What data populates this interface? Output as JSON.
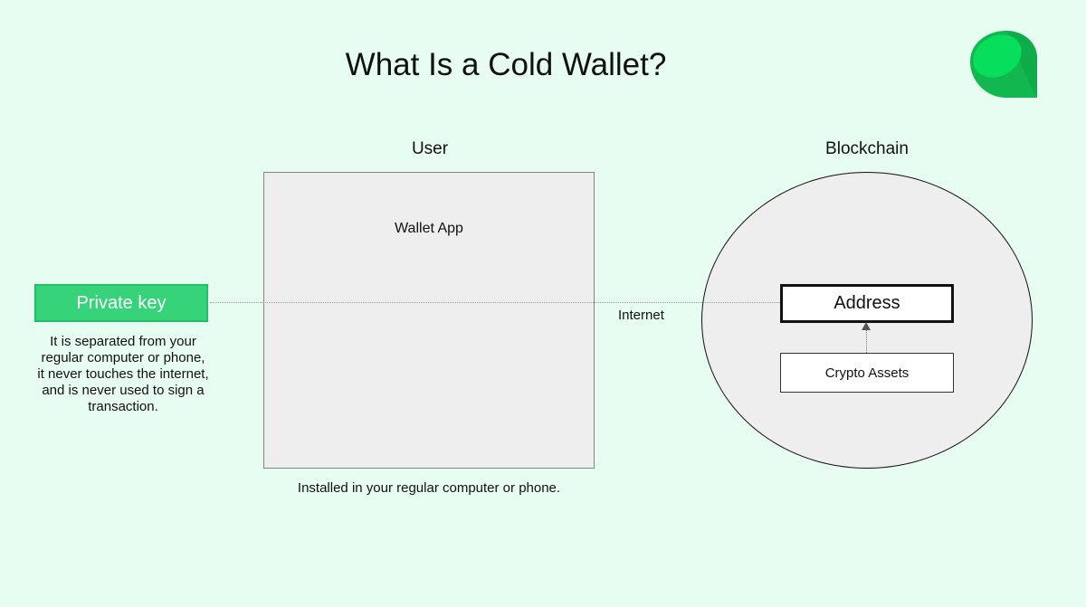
{
  "title": "What Is a Cold Wallet?",
  "logo": {
    "icon": "green-leaf-logo-icon",
    "color": "#05d35a"
  },
  "colors": {
    "background": "#e8fdf1",
    "accent": "#36d37b",
    "box_fill": "#eeeeee"
  },
  "user": {
    "label": "User",
    "app_box_label": "Wallet App",
    "caption": "Installed in your regular computer or phone."
  },
  "blockchain": {
    "label": "Blockchain",
    "address_label": "Address",
    "assets_label": "Crypto Assets"
  },
  "private_key": {
    "label": "Private key",
    "description": "It is separated from your regular computer or phone, it  never touches the internet, and is never used to sign a transaction."
  },
  "connection": {
    "label": "Internet"
  }
}
